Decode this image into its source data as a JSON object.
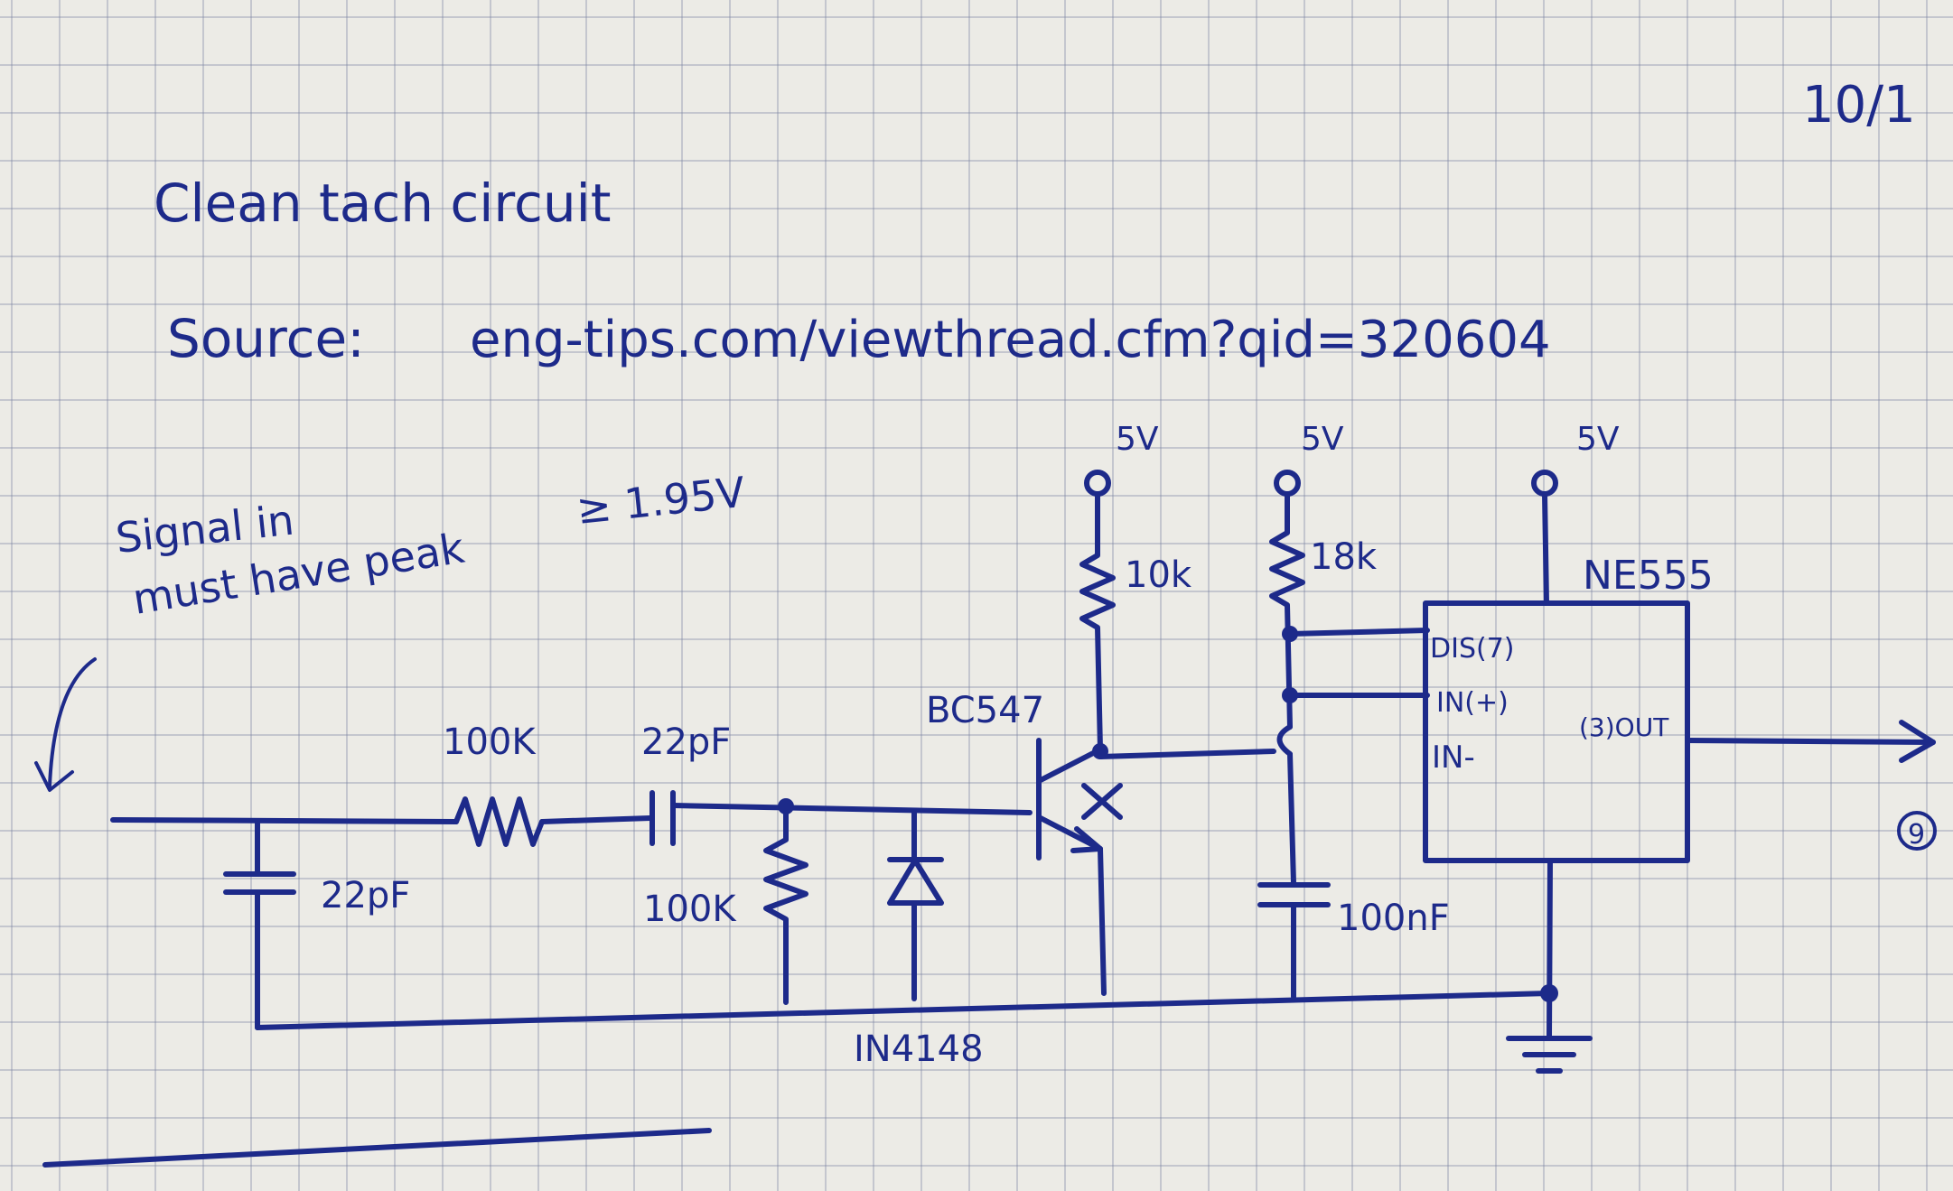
{
  "page": {
    "date": "10/1",
    "title": "Clean tach circuit",
    "source_label": "Source:",
    "source_url": "eng-tips.com/viewthread.cfm?qid=320604"
  },
  "notes": {
    "signal_line1": "Signal in",
    "signal_line2": "must have peak",
    "threshold": "≥ 1.95V"
  },
  "supplies": {
    "v1": "5V",
    "v2": "5V",
    "v3": "5V"
  },
  "components": {
    "r_input": "100K",
    "c_input": "22pF",
    "c_shunt": "22pF",
    "r_bias": "100K",
    "diode": "IN4148",
    "transistor": "BC547",
    "r_collector": "10k",
    "r_pullup": "18k",
    "c_timing": "100nF",
    "ic": "NE555"
  },
  "ic_pins": {
    "dis": "DIS(7)",
    "in_plus": "IN(+)",
    "in_minus": "IN-",
    "out": "(3)OUT"
  },
  "margin": {
    "circled": "9"
  }
}
